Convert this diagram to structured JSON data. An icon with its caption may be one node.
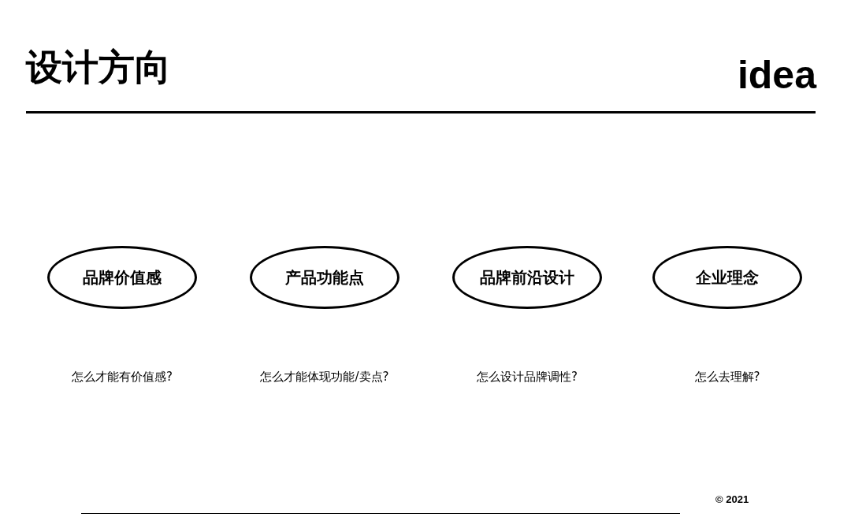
{
  "diagram": {
    "title": "设计方向",
    "nodes": [
      {
        "text": [
          "品牌价值感"
        ]
      },
      {
        "text": [
          "产品功能点"
        ]
      },
      {
        "text": [
          "品牌前沿设计"
        ]
      },
      {
        "text": [
          "企业理念"
        ]
      }
    ],
    "labels": [
      "idea",
      "怎么才能有价值感?",
      "怎么才能体现功能/卖点?",
      "怎么设计品牌调性?",
      "怎么去理解?",
      "© 2021"
    ]
  }
}
